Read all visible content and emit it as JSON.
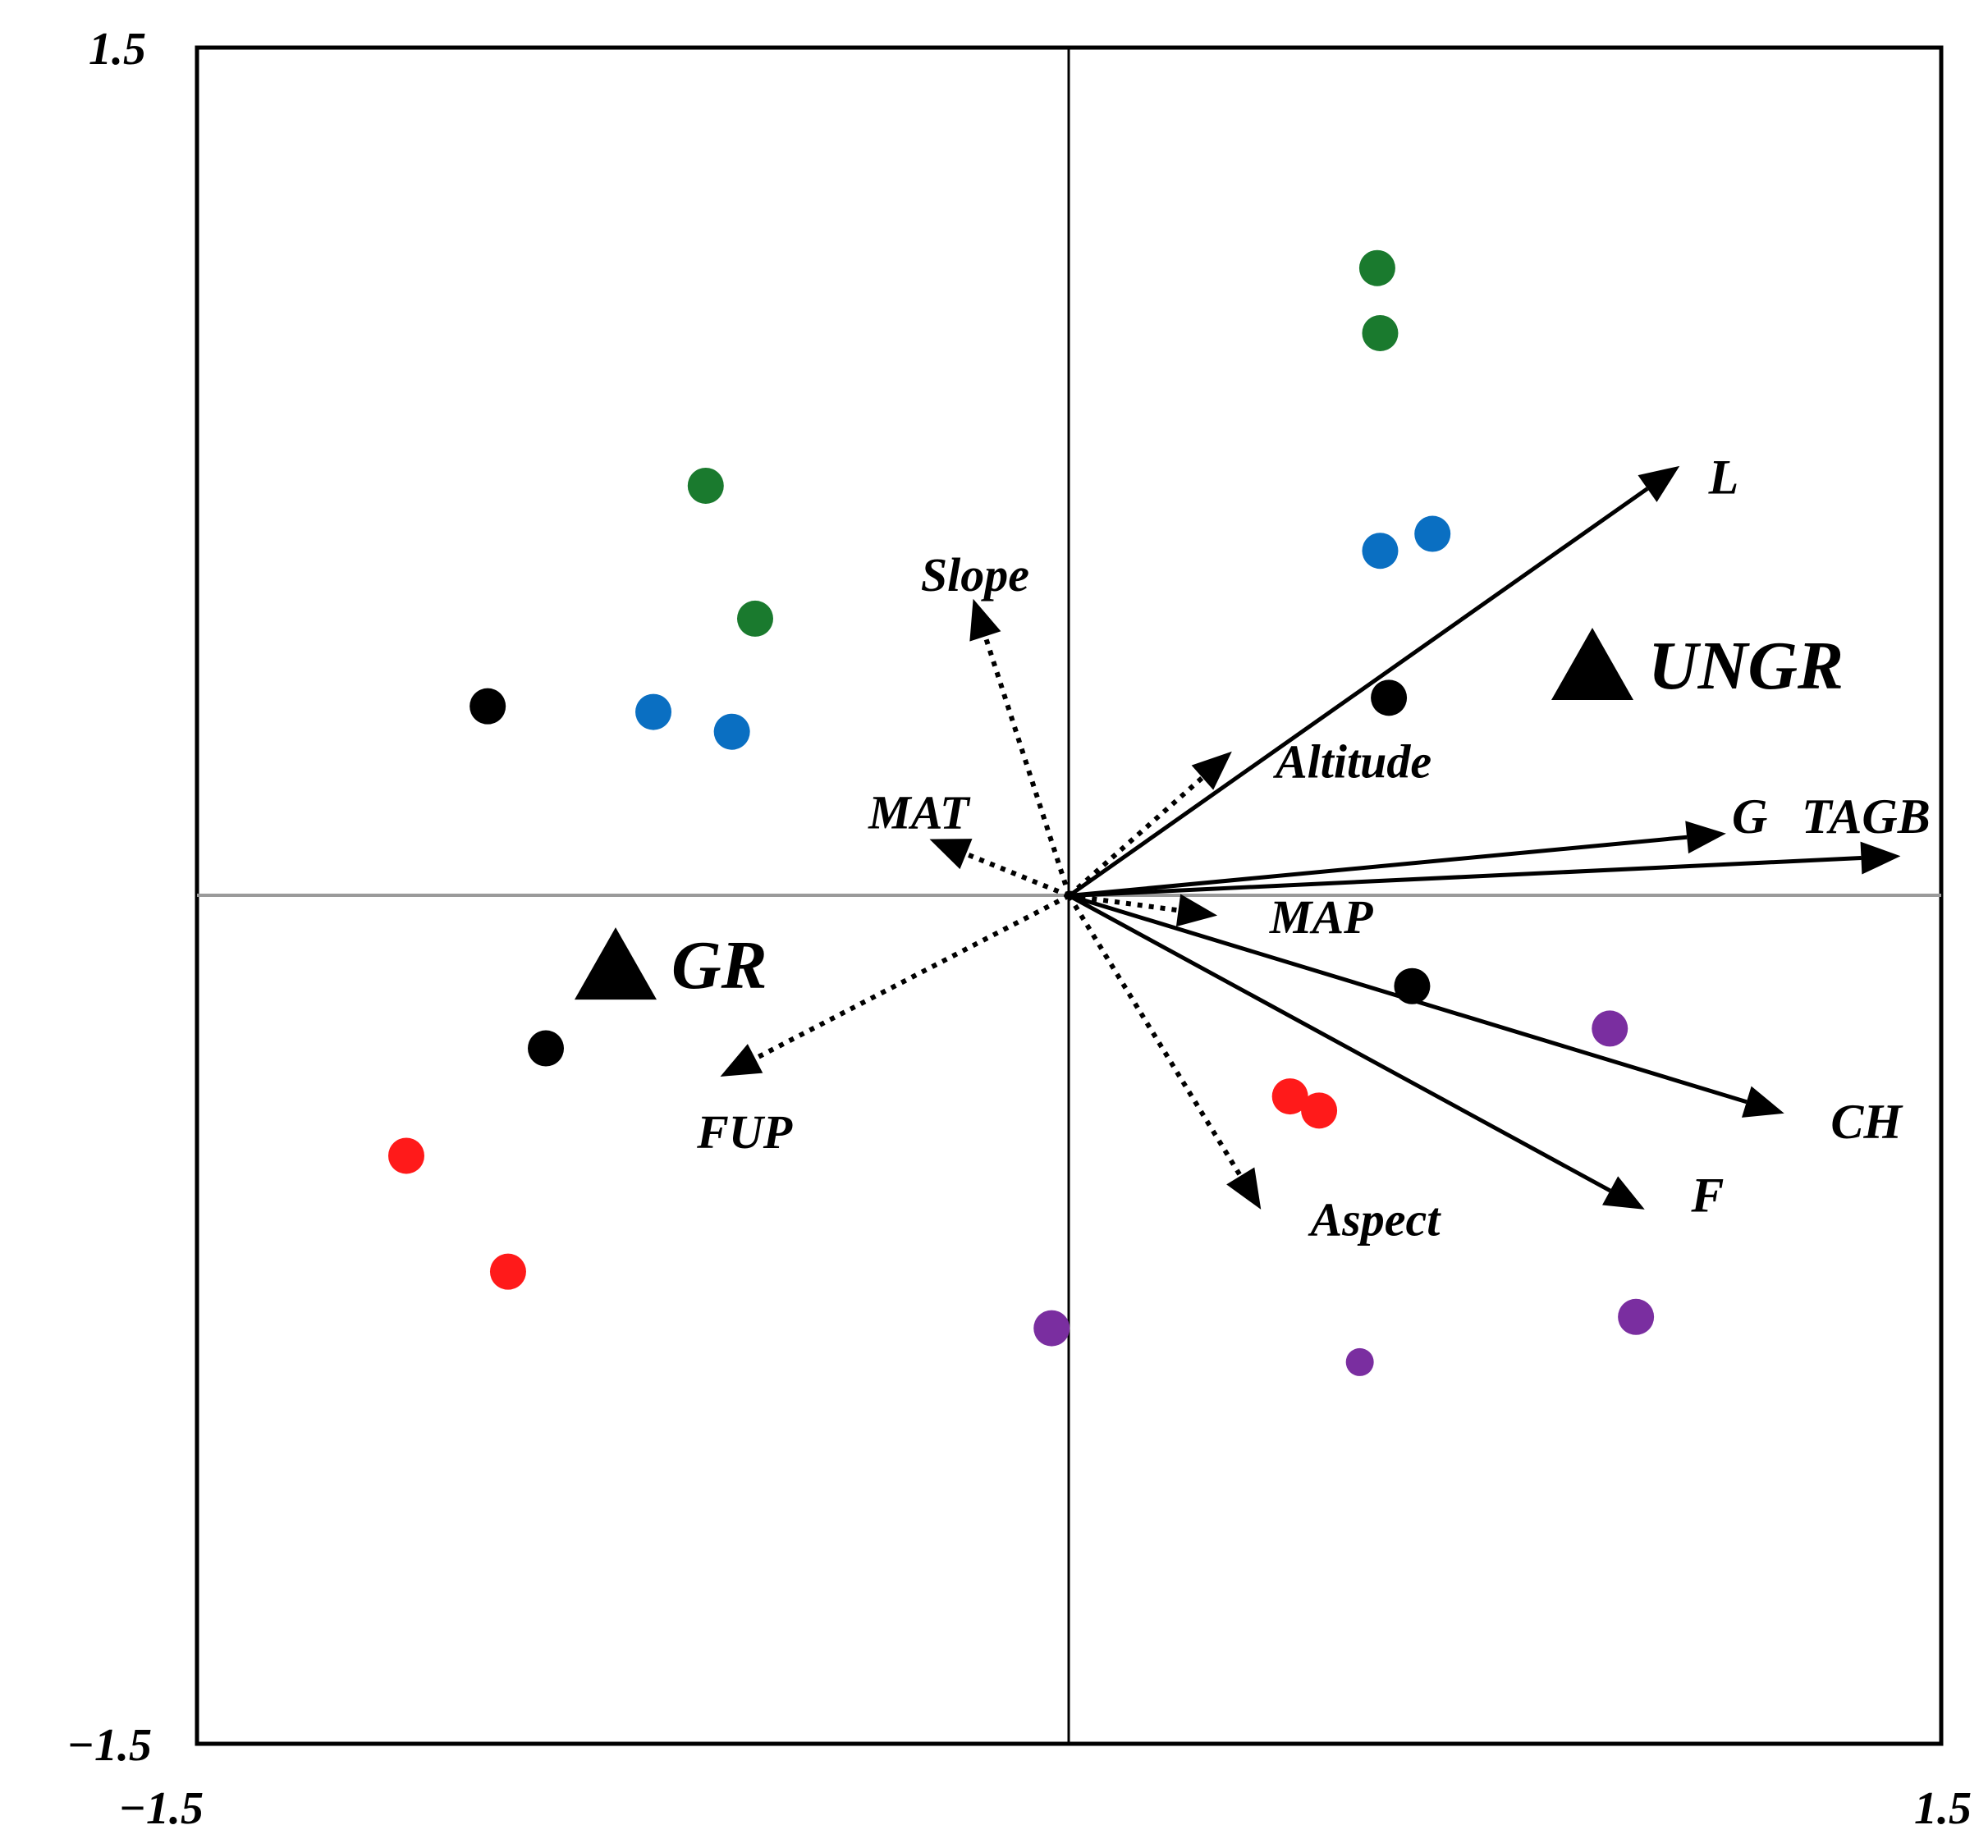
{
  "chart_data": {
    "type": "scatter",
    "subtype": "ordination-biplot",
    "xlim": [
      -1.5,
      1.5
    ],
    "ylim": [
      -1.5,
      1.5
    ],
    "x_ticks": [
      "−1.5",
      "1.5"
    ],
    "y_ticks": [
      "1.5",
      "−1.5"
    ],
    "grid": false,
    "colors": {
      "green": "#1a7a2e",
      "blue": "#0a6fc2",
      "black": "#000000",
      "red": "#ff1a1a",
      "purple": "#7a2ea0"
    },
    "points": [
      {
        "x": 0.53,
        "y": 1.11,
        "color": "green"
      },
      {
        "x": 0.535,
        "y": 0.995,
        "color": "green"
      },
      {
        "x": -0.625,
        "y": 0.725,
        "color": "green"
      },
      {
        "x": -0.54,
        "y": 0.49,
        "color": "green"
      },
      {
        "x": 0.535,
        "y": 0.61,
        "color": "blue"
      },
      {
        "x": 0.625,
        "y": 0.64,
        "color": "blue"
      },
      {
        "x": -0.715,
        "y": 0.325,
        "color": "blue"
      },
      {
        "x": -0.58,
        "y": 0.29,
        "color": "blue"
      },
      {
        "x": -1.0,
        "y": 0.335,
        "color": "black"
      },
      {
        "x": 0.55,
        "y": 0.35,
        "color": "black"
      },
      {
        "x": -0.9,
        "y": -0.27,
        "color": "black"
      },
      {
        "x": 0.59,
        "y": -0.16,
        "color": "black"
      },
      {
        "x": 0.38,
        "y": -0.355,
        "color": "red"
      },
      {
        "x": 0.43,
        "y": -0.38,
        "color": "red"
      },
      {
        "x": -1.14,
        "y": -0.46,
        "color": "red"
      },
      {
        "x": -0.965,
        "y": -0.665,
        "color": "red"
      },
      {
        "x": 0.93,
        "y": -0.235,
        "color": "purple"
      },
      {
        "x": 0.975,
        "y": -0.745,
        "color": "purple"
      },
      {
        "x": -0.03,
        "y": -0.765,
        "color": "purple"
      },
      {
        "x": 0.5,
        "y": -0.825,
        "color": "purple",
        "small": true
      }
    ],
    "centroids": [
      {
        "label": "UNGR",
        "x": 0.9,
        "y": 0.41
      },
      {
        "label": "GR",
        "x": -0.78,
        "y": -0.12
      }
    ],
    "response_vectors": [
      {
        "label": "L",
        "x": 1.05,
        "y": 0.76
      },
      {
        "label": "G",
        "x": 1.13,
        "y": 0.11
      },
      {
        "label": "TAGB",
        "x": 1.43,
        "y": 0.07
      },
      {
        "label": "CH",
        "x": 1.23,
        "y": -0.385
      },
      {
        "label": "F",
        "x": 0.99,
        "y": -0.555
      }
    ],
    "env_vectors": [
      {
        "label": "Slope",
        "x": -0.165,
        "y": 0.525
      },
      {
        "label": "Altitude",
        "x": 0.28,
        "y": 0.255
      },
      {
        "label": "MAT",
        "x": -0.24,
        "y": 0.1
      },
      {
        "label": "MAP",
        "x": 0.255,
        "y": -0.035
      },
      {
        "label": "FUP",
        "x": -0.6,
        "y": -0.32
      },
      {
        "label": "Aspect",
        "x": 0.33,
        "y": -0.555
      }
    ]
  }
}
